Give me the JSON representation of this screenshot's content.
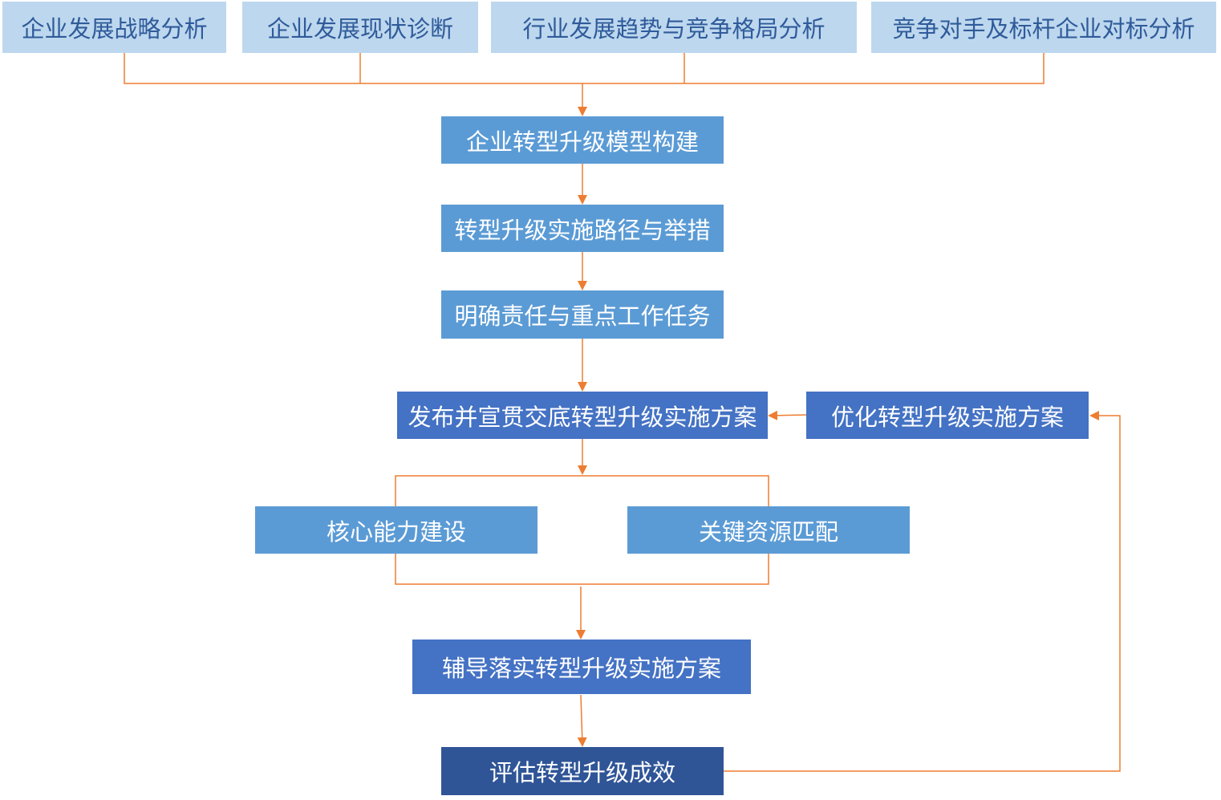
{
  "colors": {
    "connector": "#ed7d31",
    "top_box_fill": "#bdd7ee",
    "top_box_text": "#2f5b9a",
    "step_box_fill": "#5b9bd5",
    "action_box_fill": "#4472c4",
    "final_box_fill": "#2f5597",
    "step_text": "#ffffff"
  },
  "analysis_inputs": [
    {
      "label": "企业发展战略分析"
    },
    {
      "label": "企业发展现状诊断"
    },
    {
      "label": "行业发展趋势与竞争格局分析"
    },
    {
      "label": "竞争对手及标杆企业对标分析"
    }
  ],
  "steps": {
    "model_build": "企业转型升级模型构建",
    "path_measures": "转型升级实施路径与举措",
    "responsibilities": "明确责任与重点工作任务",
    "publish_plan": "发布并宣贯交底转型升级实施方案",
    "optimize_plan": "优化转型升级实施方案",
    "core_capability": "核心能力建设",
    "key_resources": "关键资源匹配",
    "coach_implement": "辅导落实转型升级实施方案",
    "evaluate": "评估转型升级成效"
  }
}
